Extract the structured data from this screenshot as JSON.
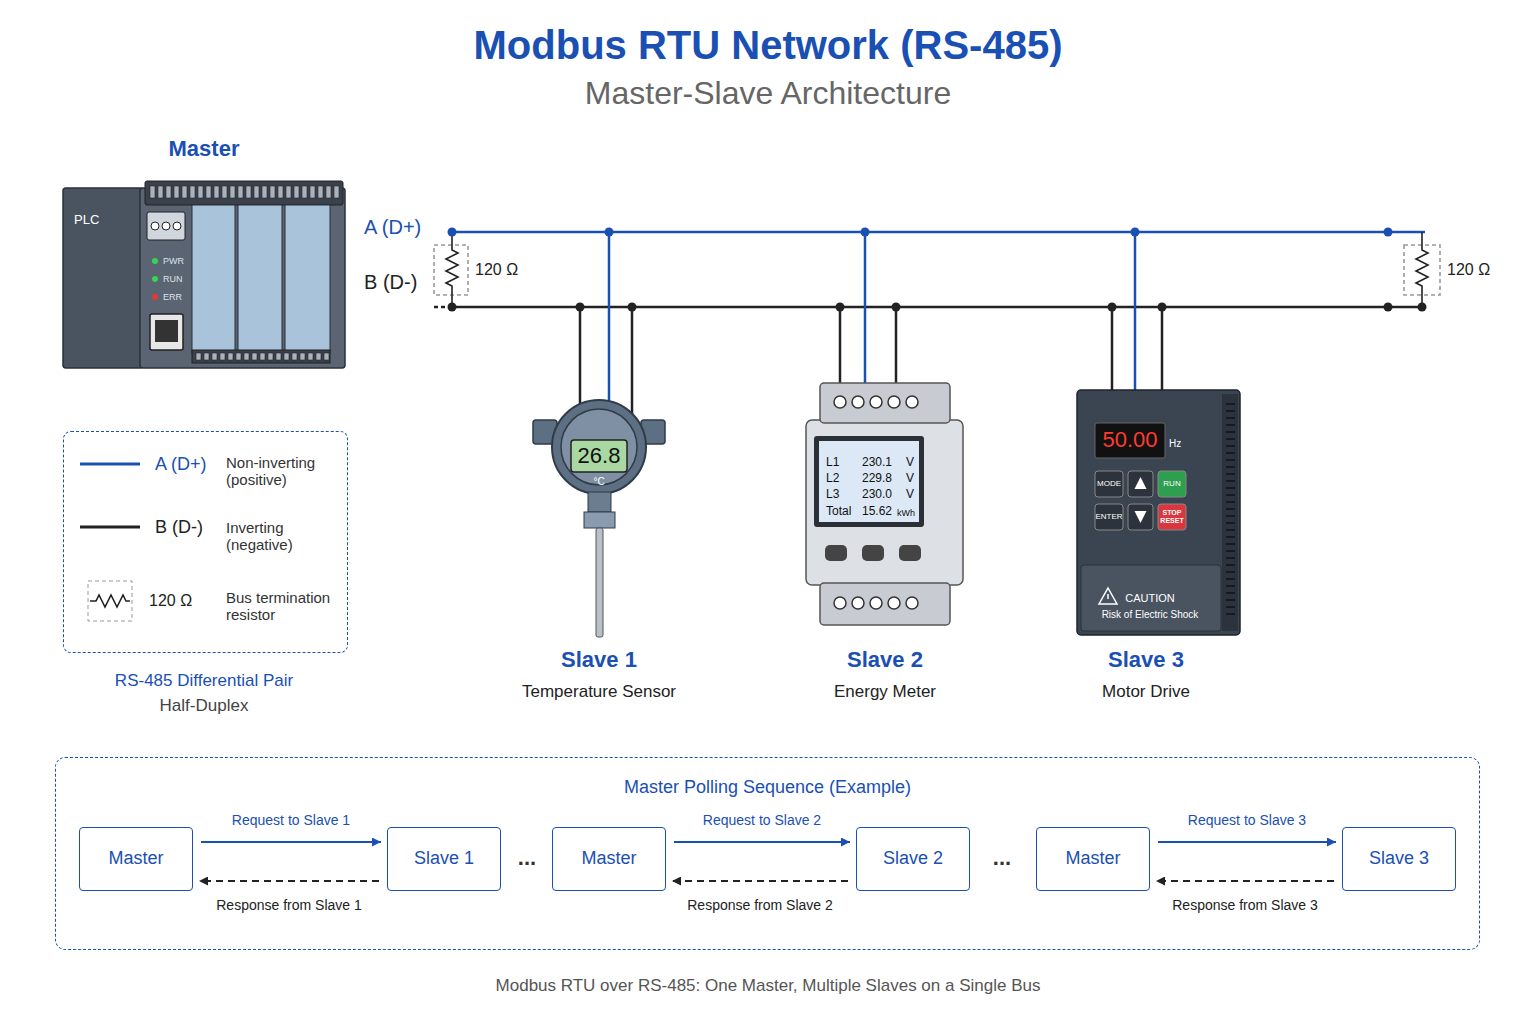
{
  "diagram": {
    "title": "Modbus RTU Network (RS-485)",
    "caption": "Modbus RTU over RS-485: One Master, Multiple Slaves on a Single Bus",
    "nodes": [
      {
        "text": [
          "Master",
          "PLC"
        ]
      },
      {
        "text": [
          "Slave 1",
          "Temperature Sensor"
        ]
      },
      {
        "text": [
          "Slave 2",
          "Energy Meter"
        ]
      },
      {
        "text": [
          "Slave 3",
          "Motor Drive"
        ]
      },
      {
        "text": [
          "Master Polling Sequence (Example)"
        ]
      },
      {
        "text": [
          "Master"
        ],
        "in": 4
      },
      {
        "text": [
          "Slave 1"
        ],
        "in": 4
      },
      {
        "text": [
          "Master"
        ],
        "in": 4
      },
      {
        "text": [
          "Slave 2"
        ],
        "in": 4
      },
      {
        "text": [
          "Master"
        ],
        "in": 4
      },
      {
        "text": [
          "Slave 3"
        ],
        "in": 4
      }
    ],
    "edges": [
      {
        "from": 5,
        "to": 6,
        "arrow": "to",
        "label": "Request to Slave 1"
      },
      {
        "from": 6,
        "to": 5,
        "arrow": "to",
        "label": "Response from Slave 1"
      },
      {
        "from": 7,
        "to": 8,
        "arrow": "to",
        "label": "Request to Slave 2"
      },
      {
        "from": 8,
        "to": 7,
        "arrow": "to",
        "label": "Response from Slave 2"
      },
      {
        "from": 9,
        "to": 10,
        "arrow": "to",
        "label": "Request to Slave 3"
      },
      {
        "from": 10,
        "to": 9,
        "arrow": "to",
        "label": "Response from Slave 3"
      }
    ],
    "labels": [
      "Master-Slave Architecture",
      "PWR",
      "RUN",
      "ERR",
      "A (D+)",
      "B (D-)",
      "120 Ω",
      "120 Ω",
      "26.8",
      "°C",
      "L1",
      "230.1",
      "V",
      "L2",
      "229.8",
      "V",
      "L3",
      "230.0",
      "V",
      "Total",
      "15.62",
      "kWh",
      "50.00",
      "Hz",
      "MODE",
      "RUN",
      "ENTER",
      "STOP RESET",
      "CAUTION",
      "Risk of Electric Shock",
      "Non-inverting (positive)",
      "Inverting (negative)",
      "Bus termination resistor",
      "RS-485 Differential Pair",
      "Half-Duplex",
      "...",
      "..."
    ],
    "legend": [
      {
        "text": "A (D+)"
      },
      {
        "text": "B (D-)"
      },
      {
        "text": "120 Ω"
      }
    ]
  }
}
